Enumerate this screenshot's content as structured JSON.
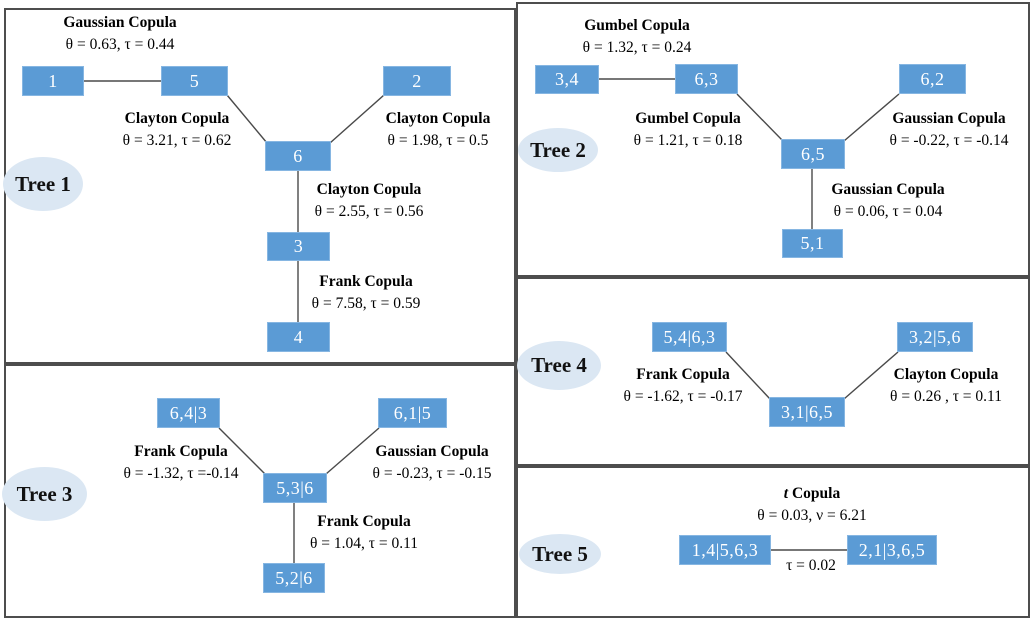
{
  "diagram": {
    "description": "Vine copula tree structure diagram with five trees",
    "colors": {
      "node_fill": "#5b9bd5",
      "node_text": "#ffffff",
      "tree_label_fill": "#dbe7f3",
      "panel_border": "#4d4d4d",
      "edge_line": "#4a4a4a"
    }
  },
  "trees": [
    {
      "label": "Tree 1",
      "nodes": [
        "1",
        "5",
        "2",
        "6",
        "3",
        "4"
      ],
      "edges": [
        {
          "copula": "Gaussian Copula",
          "params": "θ = 0.63, τ = 0.44"
        },
        {
          "copula": "Clayton Copula",
          "params": "θ = 3.21, τ = 0.62"
        },
        {
          "copula": "Clayton Copula",
          "params": "θ = 1.98, τ = 0.5"
        },
        {
          "copula": "Clayton Copula",
          "params": "θ = 2.55, τ = 0.56"
        },
        {
          "copula": "Frank Copula",
          "params": "θ = 7.58, τ = 0.59"
        }
      ]
    },
    {
      "label": "Tree 2",
      "nodes": [
        "3,4",
        "6,3",
        "6,2",
        "6,5",
        "5,1"
      ],
      "edges": [
        {
          "copula": "Gumbel Copula",
          "params": "θ = 1.32, τ = 0.24"
        },
        {
          "copula": "Gumbel Copula",
          "params": "θ = 1.21, τ = 0.18"
        },
        {
          "copula": "Gaussian Copula",
          "params": "θ = -0.22, τ = -0.14"
        },
        {
          "copula": "Gaussian Copula",
          "params": "θ = 0.06, τ = 0.04"
        }
      ]
    },
    {
      "label": "Tree 3",
      "nodes": [
        "6,4|3",
        "6,1|5",
        "5,3|6",
        "5,2|6"
      ],
      "edges": [
        {
          "copula": "Frank Copula",
          "params": "θ = -1.32, τ =-0.14"
        },
        {
          "copula": "Gaussian Copula",
          "params": "θ = -0.23, τ = -0.15"
        },
        {
          "copula": "Frank Copula",
          "params": "θ = 1.04, τ = 0.11"
        }
      ]
    },
    {
      "label": "Tree 4",
      "nodes": [
        "5,4|6,3",
        "3,2|5,6",
        "3,1|6,5"
      ],
      "edges": [
        {
          "copula": "Frank Copula",
          "params": "θ = -1.62, τ = -0.17"
        },
        {
          "copula": "Clayton Copula",
          "params": "θ = 0.26 , τ = 0.11"
        }
      ]
    },
    {
      "label": "Tree 5",
      "nodes": [
        "1,4|5,6,3",
        "2,1|3,6,5"
      ],
      "edges": [
        {
          "copula": "t Copula",
          "params": "θ = 0.03, ν = 6.21",
          "tau_label": "τ = 0.02"
        }
      ]
    }
  ]
}
